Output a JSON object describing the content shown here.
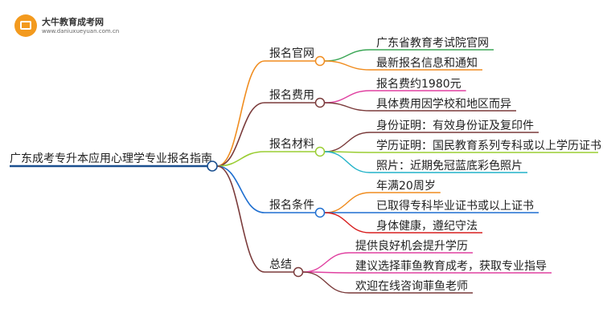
{
  "logo": {
    "title": "大牛教育成考网",
    "subtitle": "www.daniuxueyuan.com.cn"
  },
  "root": {
    "label": "广东成考专升本应用心理学专业报名指南",
    "color": "#1a4f8f"
  },
  "branches": [
    {
      "label": "报名官网",
      "color": "#f08c1e",
      "children": [
        {
          "label": "广东省教育考试院官网",
          "color": "#3aa655"
        },
        {
          "label": "最新报名信息和通知",
          "color": "#f08c1e"
        }
      ]
    },
    {
      "label": "报名费用",
      "color": "#7a3a3a",
      "children": [
        {
          "label": "报名费约1980元",
          "color": "#e040a0"
        },
        {
          "label": "具体费用因学校和地区而异",
          "color": "#7a3a3a"
        }
      ]
    },
    {
      "label": "报名材料",
      "color": "#9acd32",
      "children": [
        {
          "label": "身份证明：有效身份证及复印件",
          "color": "#7a3a3a"
        },
        {
          "label": "学历证明：国民教育系列专科或以上学历证书",
          "color": "#9acd32"
        },
        {
          "label": "照片：近期免冠蓝底彩色照片",
          "color": "#20b2c8"
        }
      ]
    },
    {
      "label": "报名条件",
      "color": "#1f6fd0",
      "children": [
        {
          "label": "年满20周岁",
          "color": "#f08c1e"
        },
        {
          "label": "已取得专科毕业证书或以上证书",
          "color": "#1f6fd0"
        },
        {
          "label": "身体健康，遵纪守法",
          "color": "#d81e1e"
        }
      ]
    },
    {
      "label": "总结",
      "color": "#7a3a3a",
      "children": [
        {
          "label": "提供良好机会提升学历",
          "color": "#e040a0"
        },
        {
          "label": "建议选择菲鱼教育成考，获取专业指导",
          "color": "#e040a0"
        },
        {
          "label": "欢迎在线咨询菲鱼老师",
          "color": "#7a3a3a"
        }
      ]
    }
  ]
}
